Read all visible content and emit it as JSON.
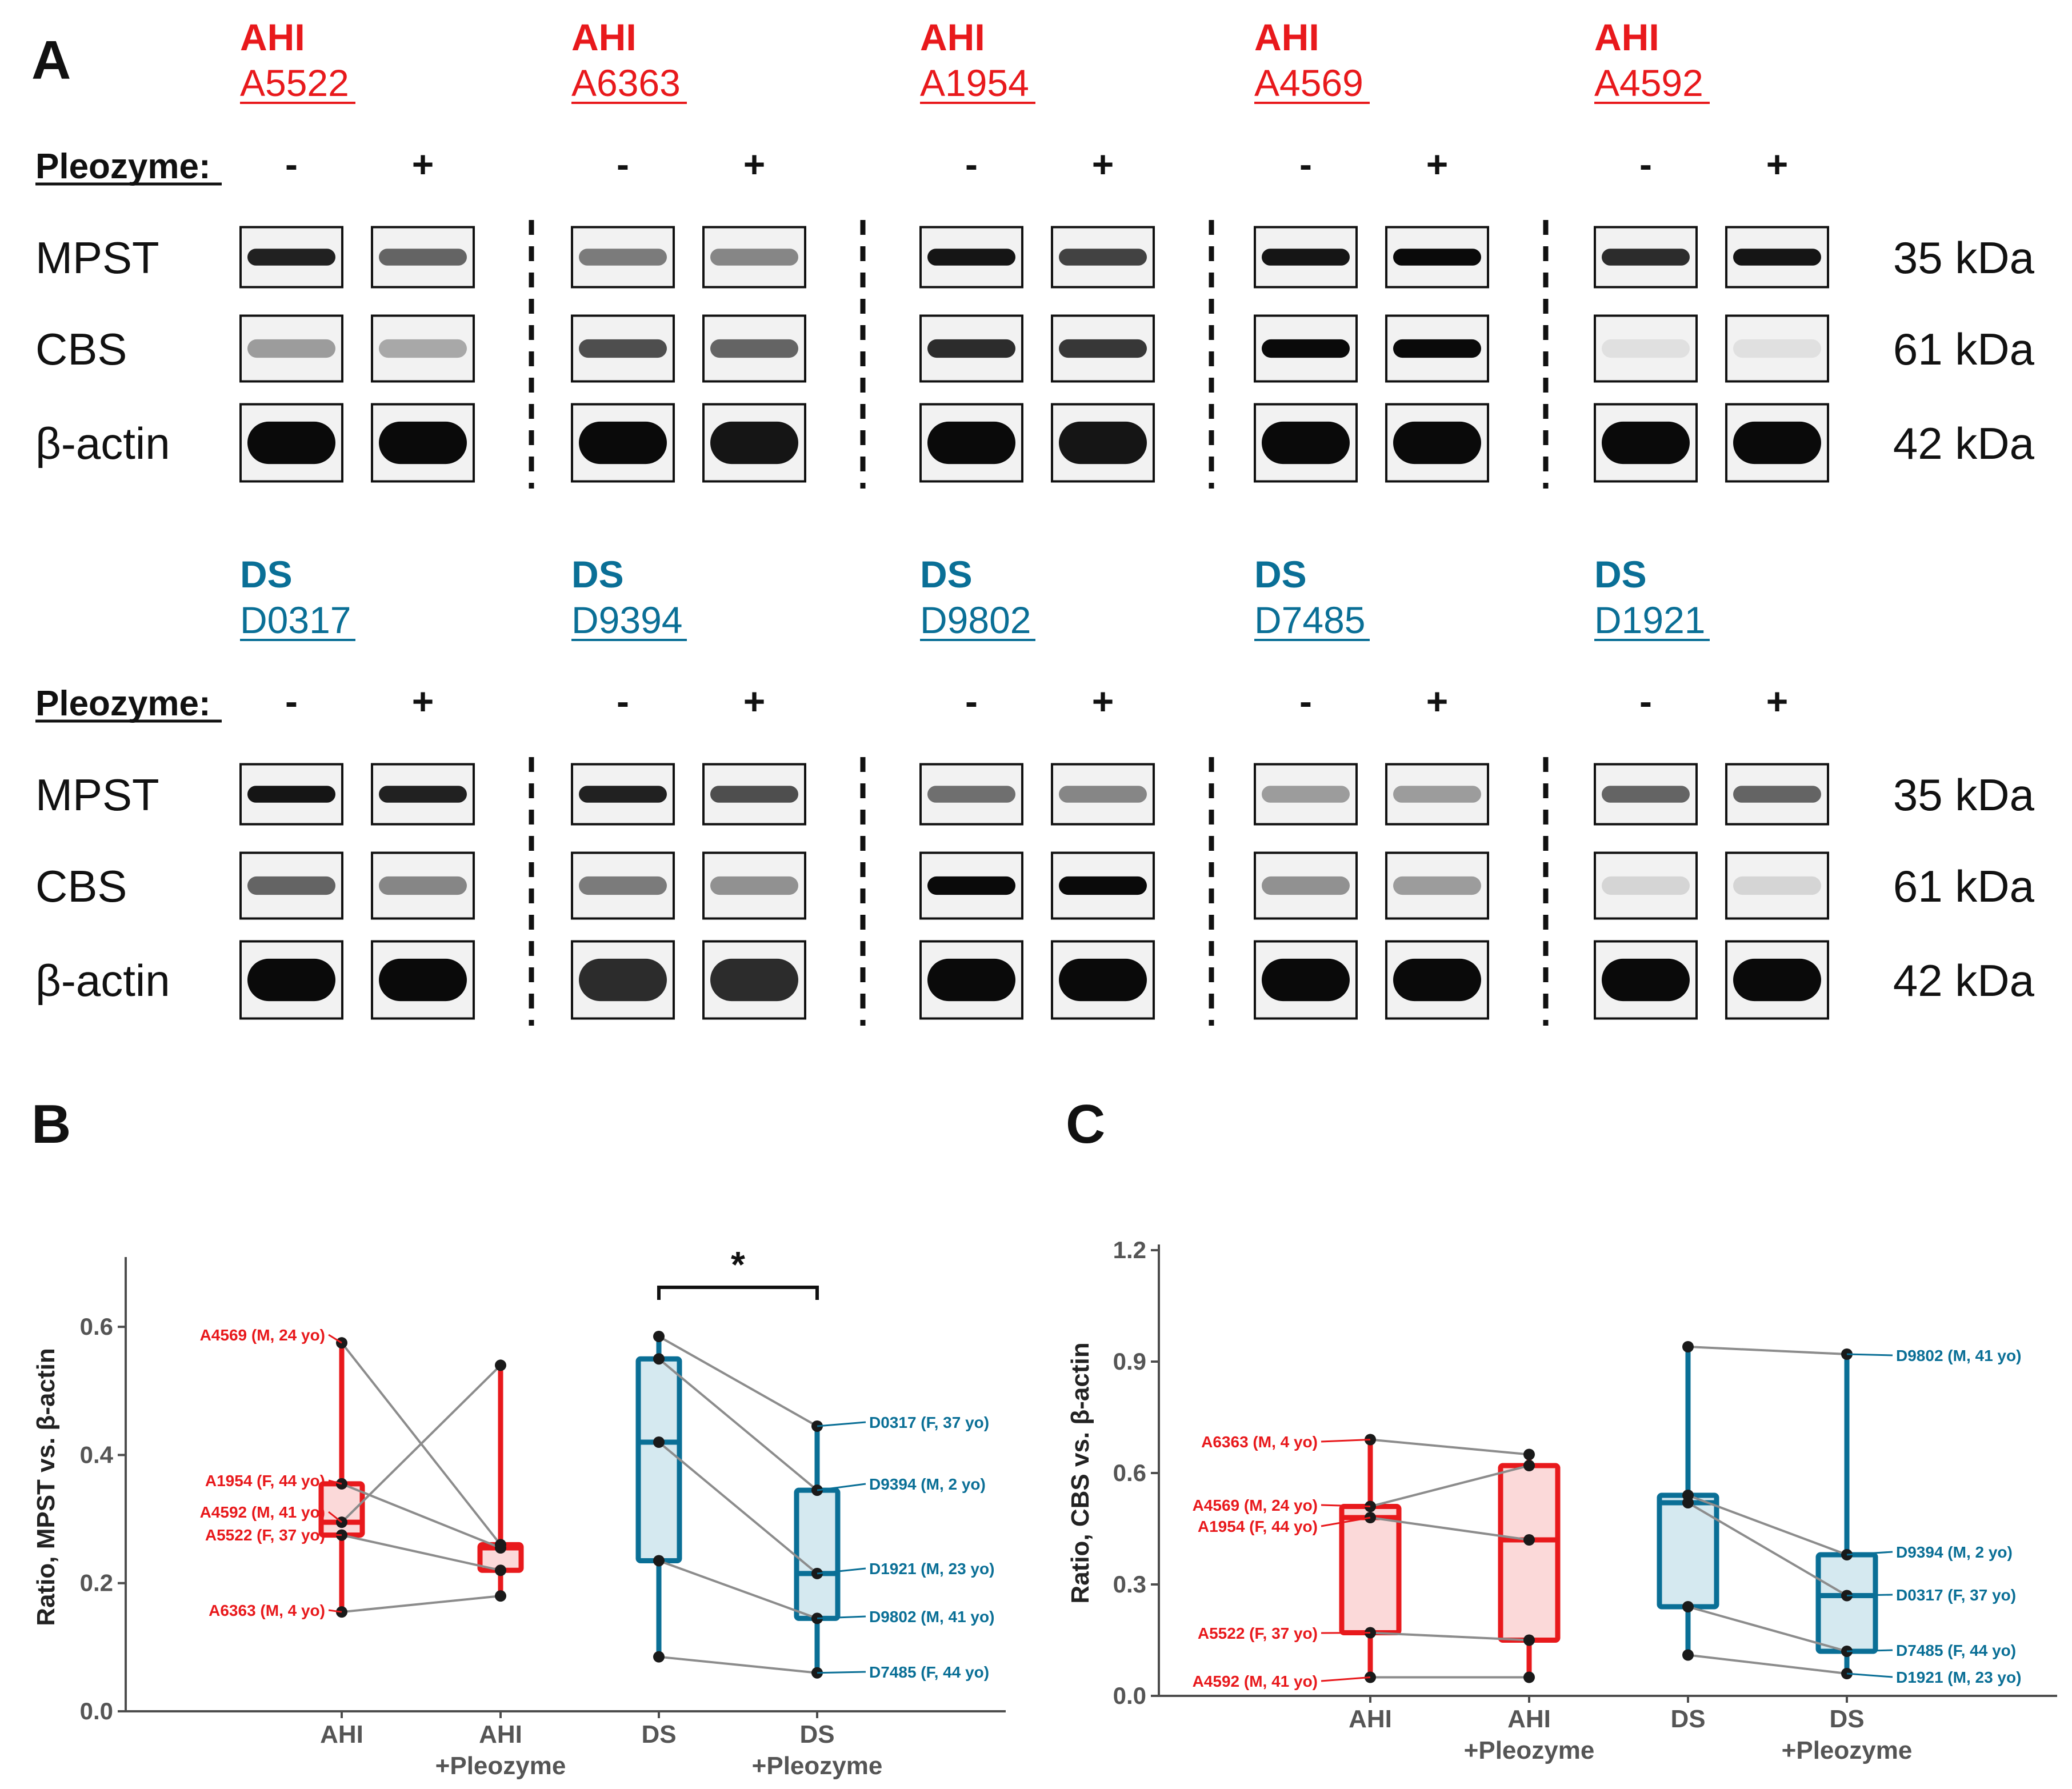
{
  "colors": {
    "ahi": "#e8191c",
    "ds": "#0a6f96",
    "ahi_fill": "#fbd9d9",
    "ds_fill": "#d5e9f0",
    "point": "#1a1a1a",
    "line": "#8c8c8c",
    "axis": "#4d4d4d"
  },
  "panel_a": {
    "letter": "A",
    "pleozyme_label": "Pleozyme",
    "minus": "-",
    "plus": "+",
    "row_labels": [
      "MPST",
      "CBS",
      "β-actin"
    ],
    "kda_labels": [
      "35 kDa",
      "61 kDa",
      "42 kDa"
    ],
    "ahi_group": "AHI",
    "ds_group": "DS",
    "ahi_samples": [
      "A5522",
      "A6363",
      "A1954",
      "A4569",
      "A4592"
    ],
    "ds_samples": [
      "D0317",
      "D9394",
      "D9802",
      "D7485",
      "D1921"
    ]
  },
  "chart_data": [
    {
      "panel": "B",
      "type": "box",
      "ylabel": "Ratio, MPST vs. β-actin",
      "ylim": [
        0,
        0.7
      ],
      "yticks": [
        "0.0",
        "0.2",
        "0.4",
        "0.6"
      ],
      "categories": [
        "AHI",
        "AHI +Pleozyme",
        "DS",
        "DS +Pleozyme"
      ],
      "significance": {
        "between": [
          "DS",
          "DS +Pleozyme"
        ],
        "label": "*"
      },
      "groups": [
        {
          "name": "AHI",
          "points": [
            {
              "label": "A4569 (M, 24 yo)",
              "before": 0.575,
              "after": 0.26
            },
            {
              "label": "A1954 (F, 44 yo)",
              "before": 0.355,
              "after": 0.255
            },
            {
              "label": "A4592 (M, 41 yo)",
              "before": 0.295,
              "after": 0.54
            },
            {
              "label": "A5522 (F, 37 yo)",
              "before": 0.275,
              "after": 0.22
            },
            {
              "label": "A6363 (M, 4 yo)",
              "before": 0.155,
              "after": 0.18
            }
          ],
          "box_before": {
            "q1": 0.275,
            "median": 0.295,
            "q3": 0.355
          },
          "box_after": {
            "q1": 0.22,
            "median": 0.255,
            "q3": 0.26
          }
        },
        {
          "name": "DS",
          "points": [
            {
              "label": "D0317 (F, 37 yo)",
              "before": 0.585,
              "after": 0.445
            },
            {
              "label": "D9394 (M, 2 yo)",
              "before": 0.55,
              "after": 0.345
            },
            {
              "label": "D1921 (M, 23 yo)",
              "before": 0.42,
              "after": 0.215
            },
            {
              "label": "D9802 (M, 41 yo)",
              "before": 0.235,
              "after": 0.145
            },
            {
              "label": "D7485 (F, 44 yo)",
              "before": 0.085,
              "after": 0.06
            }
          ],
          "box_before": {
            "q1": 0.235,
            "median": 0.42,
            "q3": 0.55
          },
          "box_after": {
            "q1": 0.145,
            "median": 0.215,
            "q3": 0.345
          }
        }
      ]
    },
    {
      "panel": "C",
      "type": "box",
      "ylabel": "Ratio, CBS vs. β-actin",
      "ylim": [
        0,
        1.2
      ],
      "yticks": [
        "0.0",
        "0.3",
        "0.6",
        "0.9",
        "1.2"
      ],
      "categories": [
        "AHI",
        "AHI +Pleozyme",
        "DS",
        "DS +Pleozyme"
      ],
      "groups": [
        {
          "name": "AHI",
          "points": [
            {
              "label": "A6363 (M, 4 yo)",
              "before": 0.69,
              "after": 0.65
            },
            {
              "label": "A4569 (M, 24 yo)",
              "before": 0.51,
              "after": 0.62
            },
            {
              "label": "A1954 (F, 44 yo)",
              "before": 0.48,
              "after": 0.42
            },
            {
              "label": "A5522 (F, 37 yo)",
              "before": 0.17,
              "after": 0.15
            },
            {
              "label": "A4592 (M, 41 yo)",
              "before": 0.05,
              "after": 0.05
            }
          ],
          "box_before": {
            "q1": 0.17,
            "median": 0.48,
            "q3": 0.51
          },
          "box_after": {
            "q1": 0.15,
            "median": 0.42,
            "q3": 0.62
          }
        },
        {
          "name": "DS",
          "points": [
            {
              "label": "D9802 (M, 41 yo)",
              "before": 0.94,
              "after": 0.92
            },
            {
              "label": "D9394 (M, 2 yo)",
              "before": 0.54,
              "after": 0.38
            },
            {
              "label": "D0317 (F, 37 yo)",
              "before": 0.52,
              "after": 0.27
            },
            {
              "label": "D7485 (F, 44 yo)",
              "before": 0.24,
              "after": 0.12
            },
            {
              "label": "D1921 (M, 23 yo)",
              "before": 0.11,
              "after": 0.06
            }
          ],
          "box_before": {
            "q1": 0.24,
            "median": 0.52,
            "q3": 0.54
          },
          "box_after": {
            "q1": 0.12,
            "median": 0.27,
            "q3": 0.38
          }
        }
      ]
    }
  ]
}
